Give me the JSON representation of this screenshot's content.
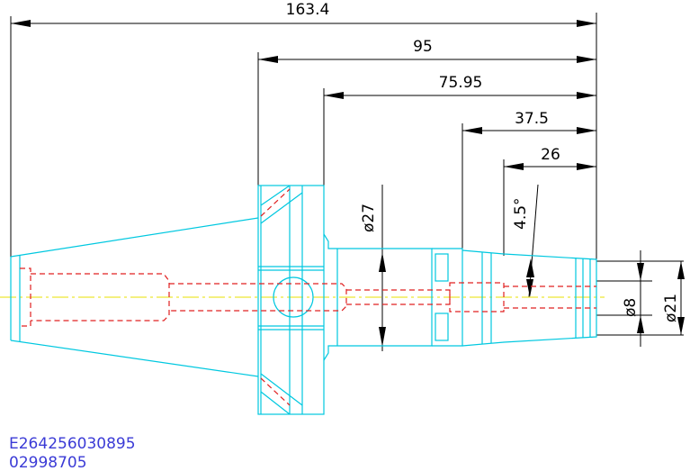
{
  "dimensions": {
    "overall_length": "163.4",
    "flange_to_nose": "95",
    "body_length": "75.95",
    "nose_length": "37.5",
    "taper_length": "26",
    "taper_angle": "4.5°",
    "body_diameter": "ø27",
    "bore_diameter": "ø8",
    "nose_diameter": "ø21"
  },
  "part_codes": {
    "code_1": "E264256030895",
    "code_2": "02998705"
  },
  "colors": {
    "outline": "#00c8e0",
    "hidden": "#e02020",
    "center": "#e8e000",
    "dimension": "#000000",
    "code": "#3b3bd6"
  }
}
